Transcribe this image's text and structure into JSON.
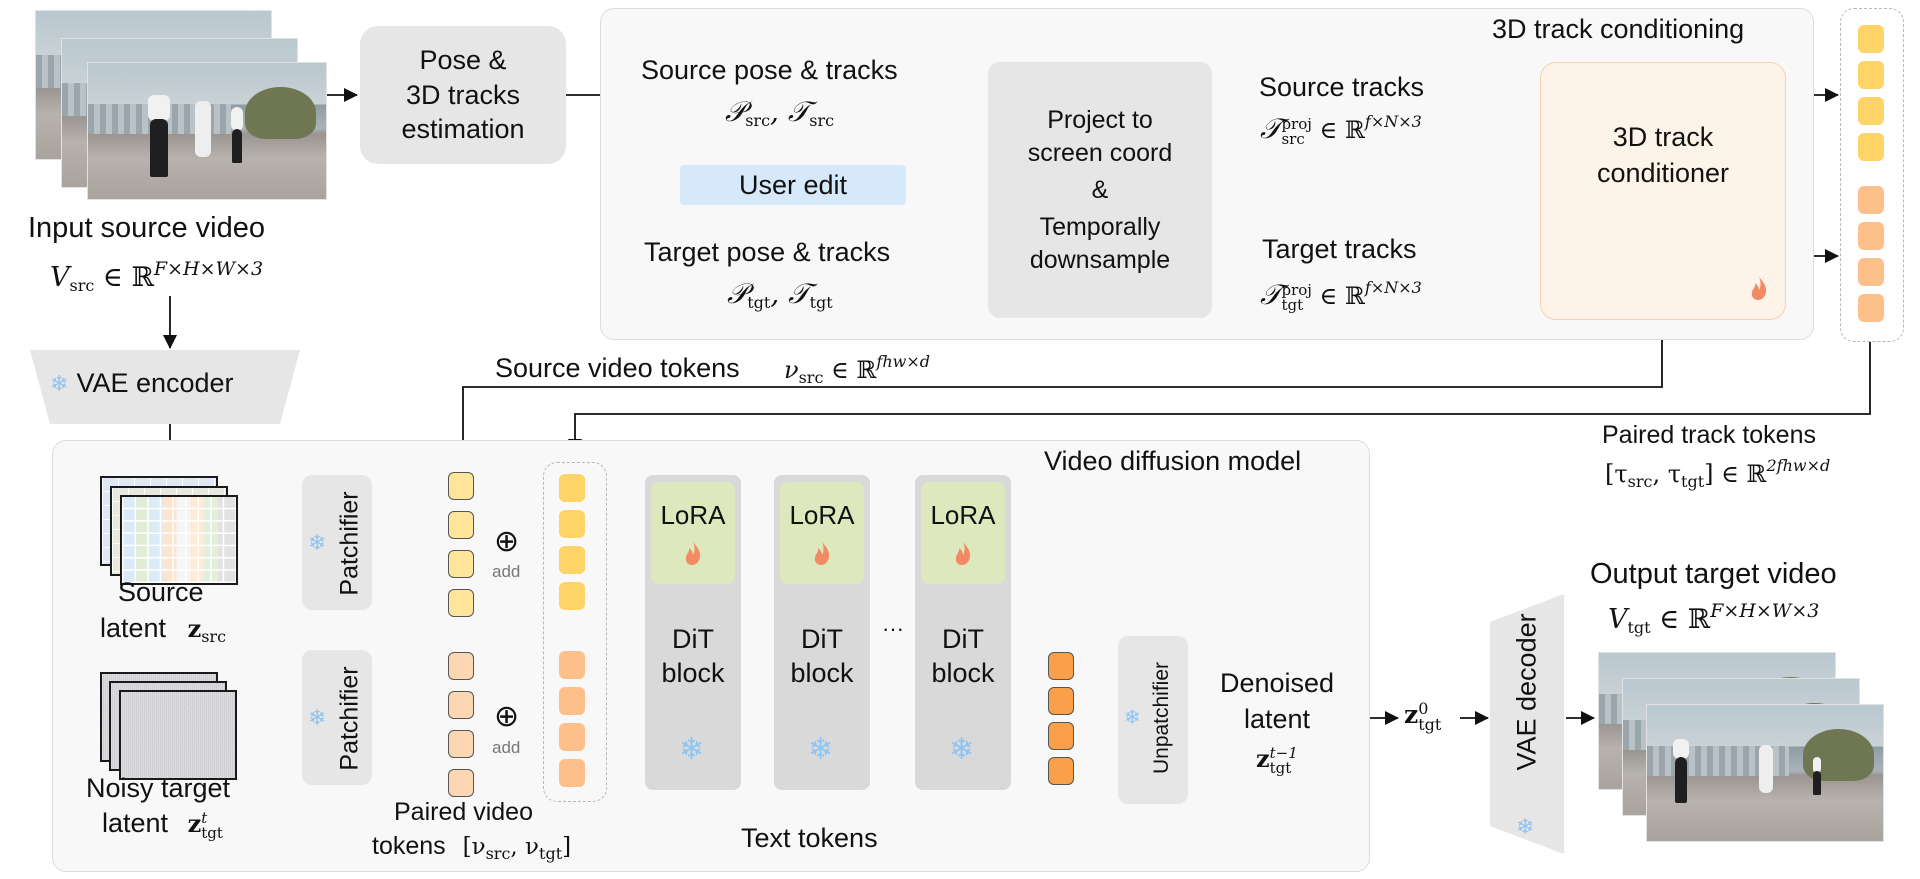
{
  "figure": {
    "input": {
      "title": "Input source video",
      "formula_var": "V",
      "formula_sub": "src",
      "formula_rest": " ∈ ℝ",
      "formula_sup": "F×H×W×3"
    },
    "pose_box": {
      "lines": [
        "Pose &",
        "3D tracks",
        "estimation"
      ]
    },
    "track_panel": {
      "title": "3D track conditioning",
      "source_pose": {
        "label": "Source  pose & tracks",
        "math": "𝒫",
        "sub1": "src",
        "mid": ", 𝒯",
        "sub2": "src"
      },
      "user_edit": "User edit",
      "target_pose": {
        "label": "Target  pose & tracks",
        "math": "𝒫",
        "sub1": "tgt",
        "mid": ", 𝒯",
        "sub2": "tgt"
      },
      "project_box": {
        "lines": [
          "Project to",
          "screen coord",
          "&",
          "Temporally",
          "downsample"
        ]
      },
      "source_tracks": {
        "label": "Source tracks",
        "sym": "𝒯",
        "sup": "proj",
        "sub": "src",
        "rest": " ∈ ℝ",
        "dims": "f×N×3"
      },
      "target_tracks": {
        "label": "Target tracks",
        "sym": "𝒯",
        "sup": "proj",
        "sub": "tgt",
        "rest": " ∈ ℝ",
        "dims": "f×N×3"
      },
      "conditioner": {
        "lines": [
          "3D track",
          "conditioner"
        ]
      }
    },
    "vae_encoder": {
      "label": "VAE encoder"
    },
    "source_video_tokens": {
      "label": "Source video tokens",
      "sym": "ν",
      "sub": "src",
      "rest": " ∈ ℝ",
      "dims": "fhw×d"
    },
    "paired_track_tokens": {
      "label": "Paired track tokens",
      "math": "[τ",
      "sub1": "src",
      "mid": ", τ",
      "sub2": "tgt",
      "rest": "] ∈ ℝ",
      "dims": "2fhw×d"
    },
    "diffusion_panel": {
      "title": "Video diffusion model",
      "source_latent": {
        "line1": "Source",
        "line2": "latent",
        "sym": "z",
        "sub": "src"
      },
      "noisy_latent": {
        "line1": "Noisy target",
        "line2": "latent",
        "sym": "z",
        "sub": "tgt",
        "sup": "t"
      },
      "patchifier_label": "Patchifier",
      "add_label": "add",
      "paired_video_tokens": {
        "line1": "Paired video",
        "line2": "tokens",
        "math": "[ν",
        "sub1": "src",
        "mid": ", ν",
        "sub2": "tgt",
        "end": "]"
      },
      "dit_blocks": [
        {
          "lora": "LoRA",
          "label1": "DiT",
          "label2": "block"
        },
        {
          "lora": "LoRA",
          "label1": "DiT",
          "label2": "block"
        },
        {
          "lora": "LoRA",
          "label1": "DiT",
          "label2": "block"
        }
      ],
      "ellipsis": "···",
      "text_tokens": "Text tokens",
      "unpatchifier_label": "Unpatchifier",
      "denoised": {
        "line1": "Denoised",
        "line2": "latent",
        "sym": "z",
        "sub": "tgt",
        "sup": "t−1"
      }
    },
    "z0": {
      "sym": "z",
      "sub": "tgt",
      "sup": "0"
    },
    "vae_decoder": {
      "label": "VAE decoder"
    },
    "output": {
      "title": "Output target video",
      "formula_var": "V",
      "formula_sub": "tgt",
      "formula_rest": " ∈ ℝ",
      "formula_sup": "F×H×W×3"
    },
    "colors": {
      "token_src": "#ffd466",
      "token_src_light": "#ffe59a",
      "token_tgt": "#fdc08a",
      "token_tgt_light": "#fcd7b4",
      "token_out": "#fba04a",
      "user_edit_bg": "#d6e9fb",
      "conditioner_bg": "#fef3e8",
      "lora_bg": "#dde9bd",
      "frozen": "#8cc4f4",
      "trainable": "#f28a66"
    }
  }
}
